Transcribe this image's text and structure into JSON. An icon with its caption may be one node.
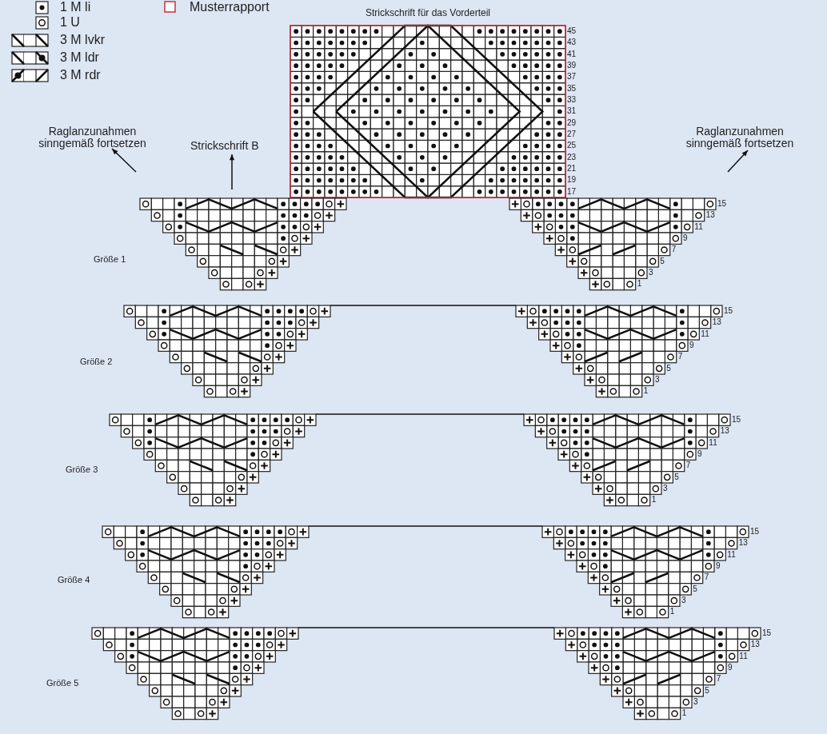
{
  "diagram": {
    "labels": [
      "Strickschrift für das Vorderteil",
      "45",
      "43",
      "41",
      "39",
      "37",
      "35",
      "33",
      "31",
      "29",
      "27",
      "25",
      "23",
      "21",
      "19",
      "17",
      "Raglanzunahmen sinngemäß fortsetzen",
      "Strickschrift B",
      "Raglanzunahmen sinngemäß fortsetzen",
      "Größe 1",
      "15",
      "13",
      "11",
      "9",
      "7",
      "5",
      "3",
      "1",
      "Größe 2",
      "15",
      "13",
      "11",
      "9",
      "7",
      "5",
      "3",
      "1",
      "Größe 3",
      "15",
      "13",
      "11",
      "9",
      "7",
      "5",
      "3",
      "1",
      "Größe 4",
      "15",
      "13",
      "11",
      "9",
      "7",
      "5",
      "3",
      "1",
      "Größe 5",
      "15",
      "13",
      "11",
      "9",
      "7",
      "5",
      "3",
      "1"
    ],
    "legend": [
      {
        "text": "1 M li"
      },
      {
        "text": "1 U"
      },
      {
        "text": "3 M lvkr"
      },
      {
        "text": "3 M ldr"
      },
      {
        "text": "3 M rdr"
      },
      {
        "text": "Musterrapport"
      }
    ]
  }
}
